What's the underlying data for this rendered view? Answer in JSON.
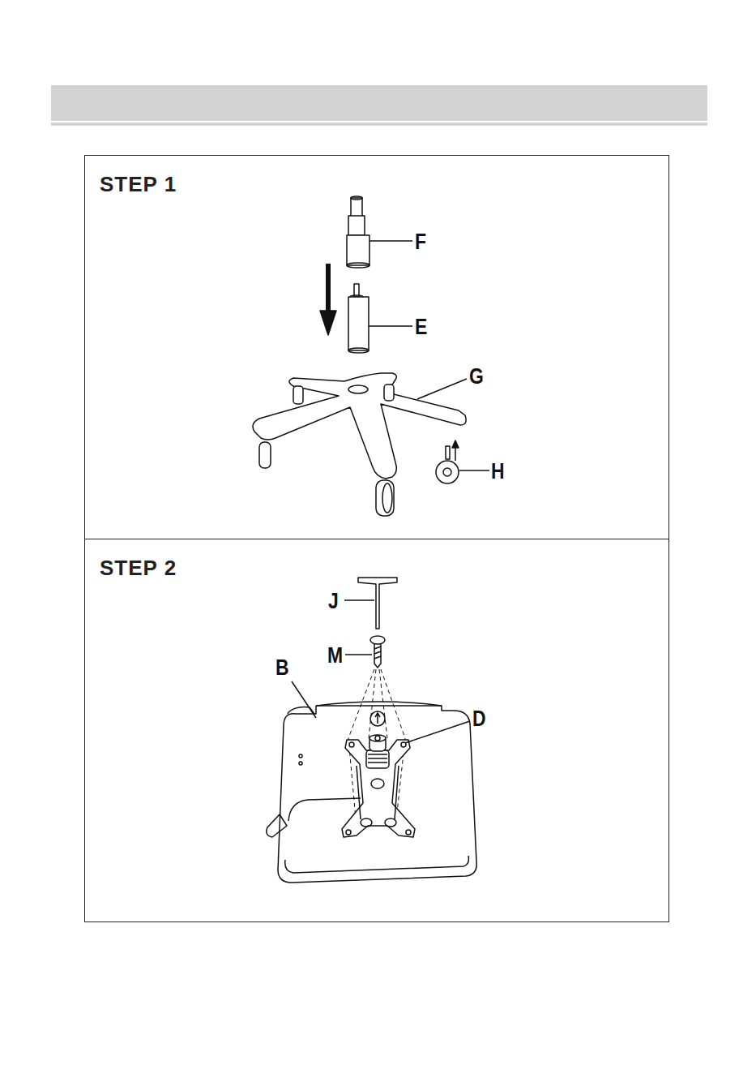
{
  "diagram": {
    "nodes": [
      {
        "text": [
          "STEP 1"
        ]
      },
      {
        "text": [
          "STEP 2"
        ]
      }
    ],
    "labels": [
      "F",
      "E",
      "G",
      "H",
      "J",
      "M",
      "B",
      "D"
    ]
  }
}
